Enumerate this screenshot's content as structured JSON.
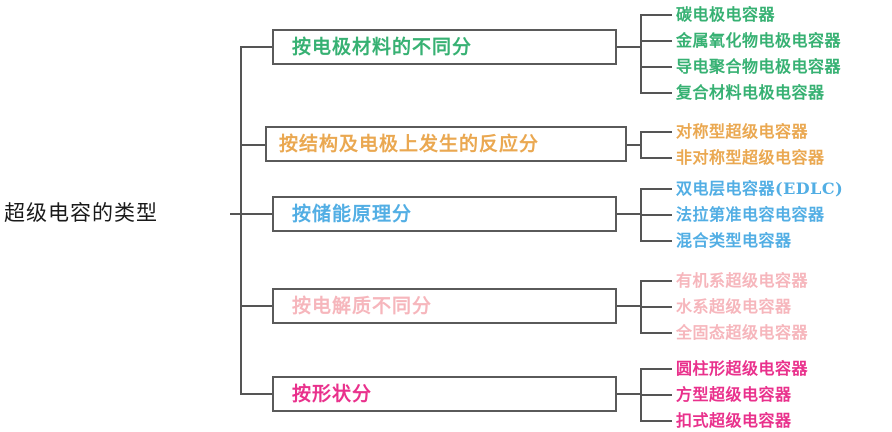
{
  "diagram": {
    "type": "mind-map",
    "root": {
      "label": "超级电容的类型",
      "color": "#1a1a1a"
    },
    "branches": [
      {
        "label": "按电极材料的不同分",
        "color": "#37b173",
        "leaves": [
          "碳电极电容器",
          "金属氧化物电极电容器",
          "导电聚合物电极电容器",
          "复合材料电极电容器"
        ]
      },
      {
        "label": "按结构及电极上发生的反应分",
        "color": "#eaa851",
        "leaves": [
          "对称型超级电容器",
          "非对称型超级电容器"
        ]
      },
      {
        "label": "按储能原理分",
        "color": "#52aee4",
        "leaves": [
          "双电层电容器(EDLC)",
          "法拉第准电容电容器",
          "混合类型电容器"
        ]
      },
      {
        "label": "按电解质不同分",
        "color": "#f6b6bc",
        "leaves": [
          "有机系超级电容器",
          "水系超级电容器",
          "全固态超级电容器"
        ]
      },
      {
        "label": "按形状分",
        "color": "#e9318c",
        "leaves": [
          "圆柱形超级电容器",
          "方型超级电容器",
          "扣式超级电容器"
        ]
      }
    ]
  }
}
